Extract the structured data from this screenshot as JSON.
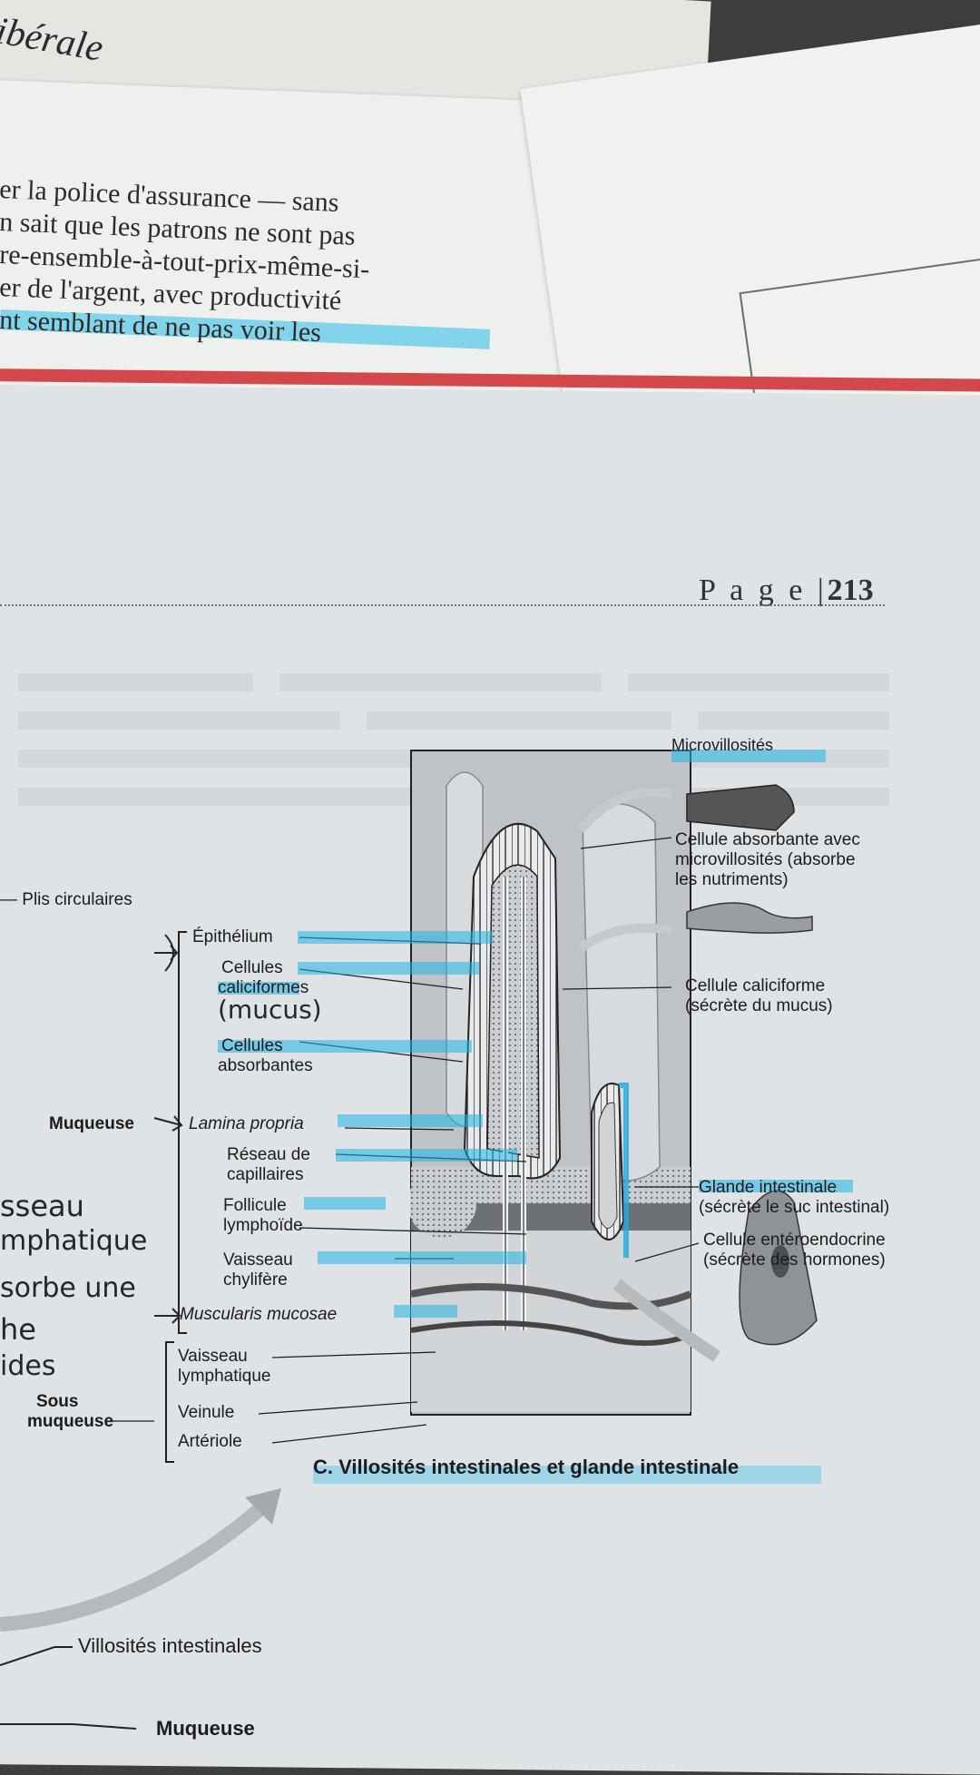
{
  "top_sheet": {
    "heading_fragment": "ibérale",
    "lines": [
      "er la police d'assurance — sans",
      "n sait que les patrons ne sont pas",
      "re-ensemble-à-tout-prix-même-si-",
      "er de l'argent, avec productivité",
      "nt semblant de ne pas voir les"
    ]
  },
  "page": {
    "label": "P a g e",
    "separator": "|",
    "number": "213"
  },
  "figure": {
    "caption": "C. Villosités intestinales et glande intestinale",
    "right_labels": [
      "Microvillosités",
      "Cellule absorbante avec",
      "microvillosités (absorbe",
      "les nutriments)",
      "Cellule caliciforme",
      "(sécrète du mucus)",
      "Glande intestinale",
      "(sécrète le suc intestinal)",
      "Cellule entéroendocrine",
      "(sécrète des hormones)"
    ],
    "left_labels": {
      "plis": "Plis circulaires",
      "epithelium": "Épithélium",
      "cellules_cal_1": "Cellules",
      "cellules_cal_2": "caliciformes",
      "cellules_abs_1": "Cellules",
      "cellules_abs_2": "absorbantes",
      "muqueuse": "Muqueuse",
      "lamina": "Lamina propria",
      "reseau_1": "Réseau de",
      "reseau_2": "capillaires",
      "follicule_1": "Follicule",
      "follicule_2": "lymphoïde",
      "vaisseau_chyl_1": "Vaisseau",
      "vaisseau_chyl_2": "chylifère",
      "muscularis": "Muscularis mucosae",
      "vaisseau_lym_1": "Vaisseau",
      "vaisseau_lym_2": "lymphatique",
      "veinule": "Veinule",
      "arteriole": "Artériole",
      "sous_1": "Sous",
      "sous_2": "muqueuse",
      "villosites": "Villosités intestinales",
      "muqueuse_bottom": "Muqueuse"
    },
    "handwritten": {
      "mucus": "(mucus)",
      "h1": "sseau",
      "h2": "mphatique",
      "h3": "sorbe une",
      "h4": "he",
      "h5": "ides"
    }
  }
}
